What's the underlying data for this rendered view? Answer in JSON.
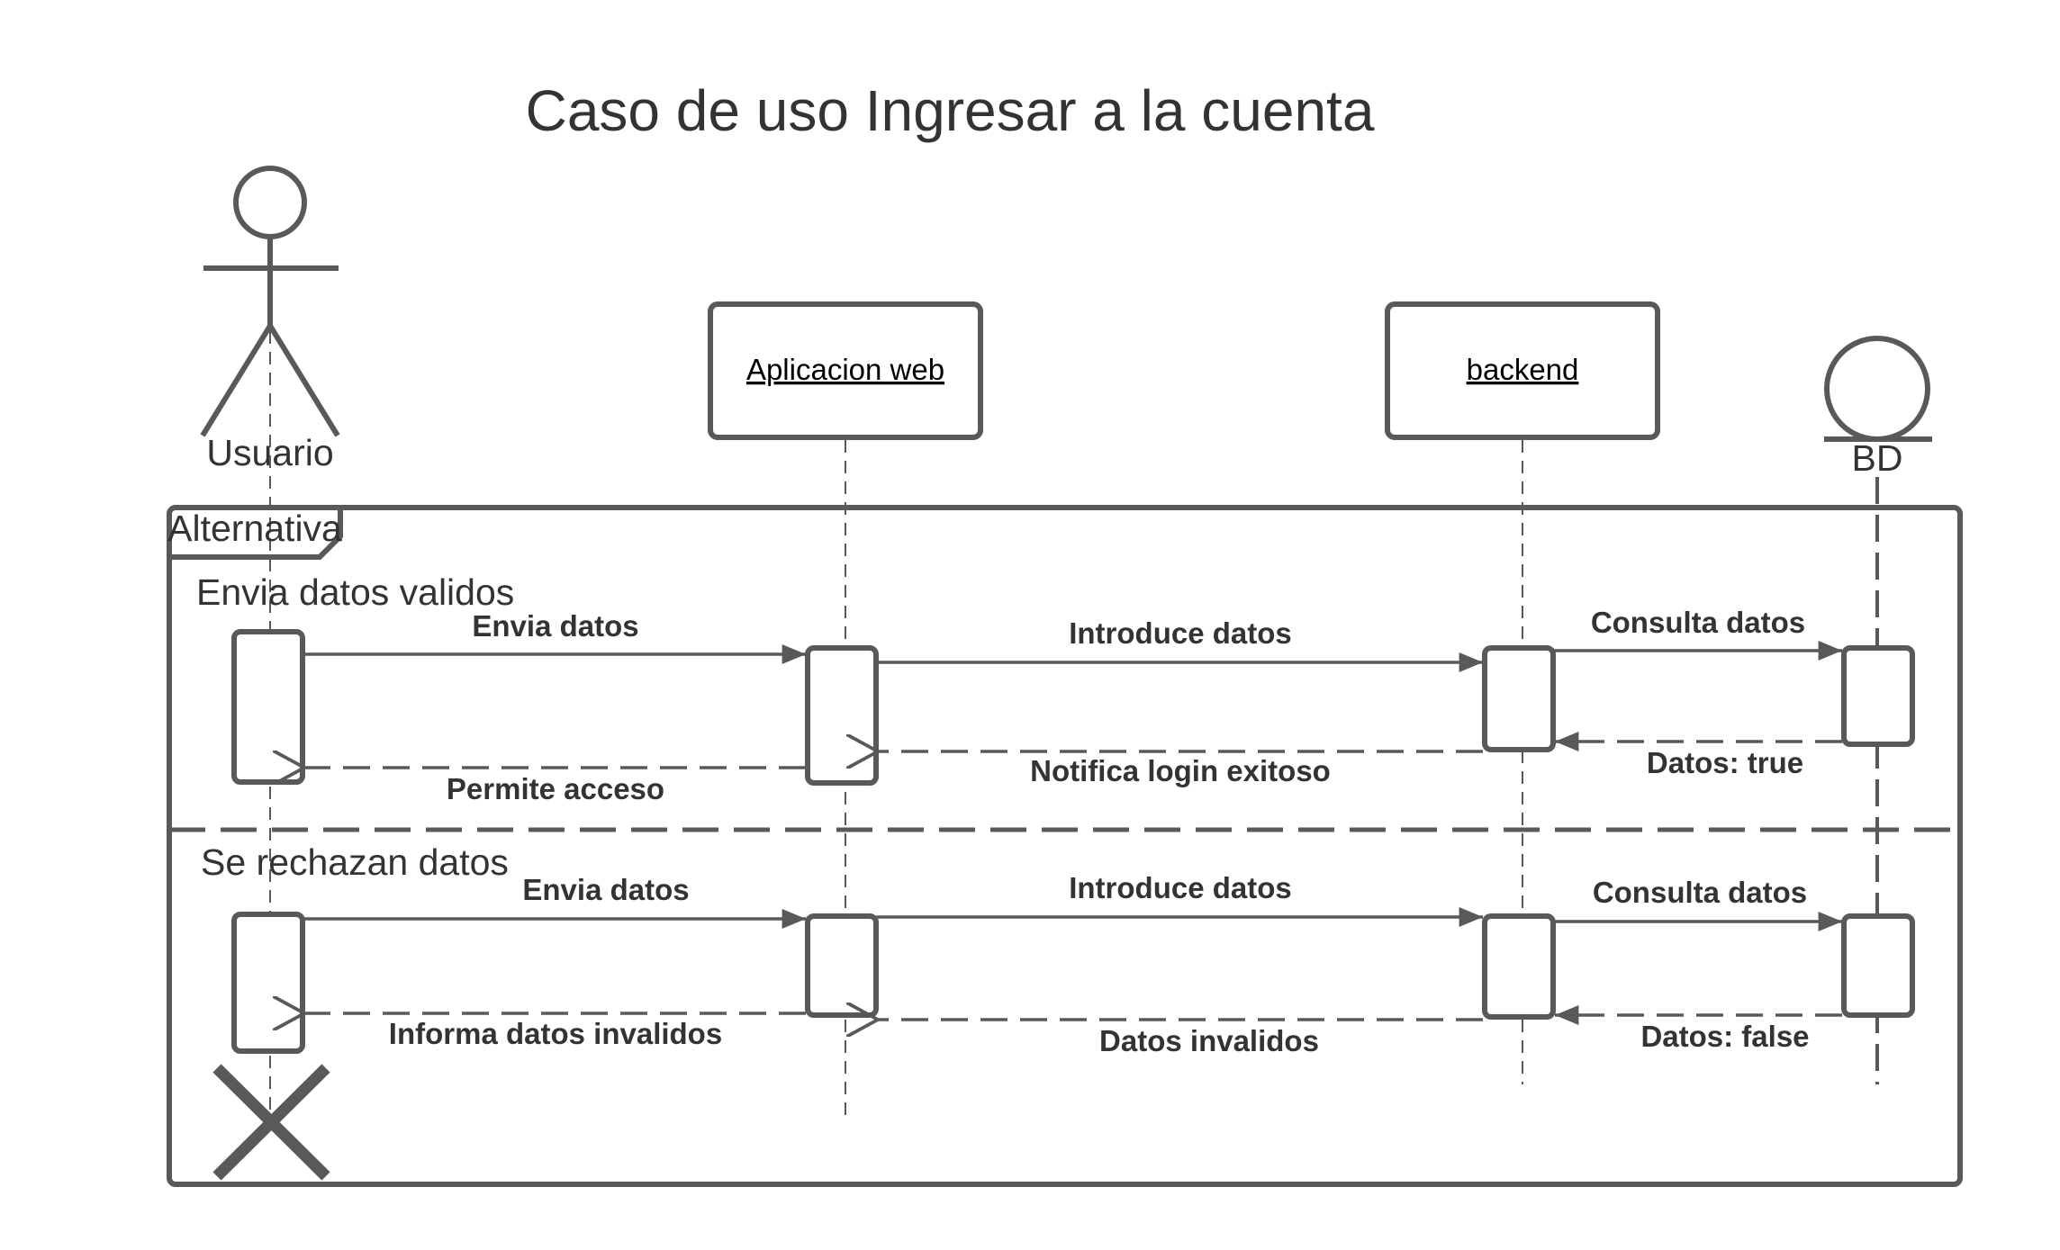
{
  "title": "Caso de uso Ingresar a la cuenta",
  "participants": {
    "user": "Usuario",
    "web": "Aplicacion web",
    "backend": "backend",
    "db": "BD"
  },
  "fragment": {
    "operator": "Alternativa",
    "operands": [
      {
        "guard": "Envia datos validos",
        "messages": {
          "user_to_web": "Envia datos",
          "web_to_backend": "Introduce datos",
          "backend_to_db": "Consulta datos",
          "db_to_backend": "Datos: true",
          "backend_to_web": "Notifica login exitoso",
          "web_to_user": "Permite acceso"
        }
      },
      {
        "guard": "Se rechazan datos",
        "messages": {
          "user_to_web": "Envia datos",
          "web_to_backend": "Introduce datos",
          "backend_to_db": "Consulta datos",
          "db_to_backend": "Datos: false",
          "backend_to_web": "Datos invalidos",
          "web_to_user": "Informa datos invalidos"
        }
      }
    ]
  },
  "colors": {
    "line": "#595959",
    "text": "#333333"
  }
}
